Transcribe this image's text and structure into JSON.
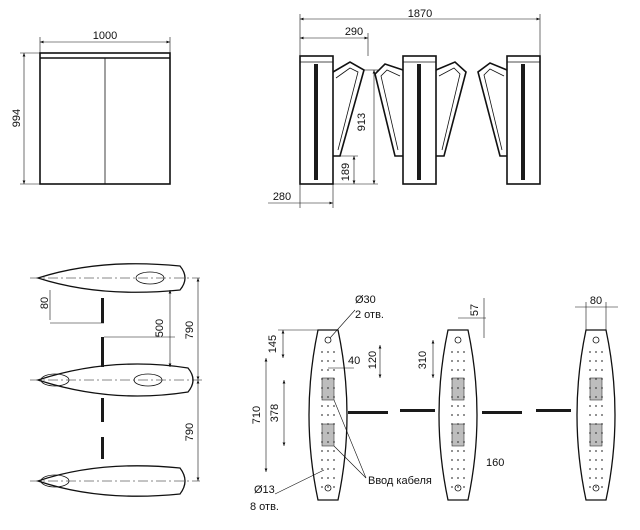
{
  "colors": {
    "line": "#111111",
    "fill": "#ffffff",
    "dark": "#1a1a1a",
    "gray": "#bdbdbd"
  },
  "views": {
    "front": {
      "width_label": "1000",
      "height_label": "994"
    },
    "side": {
      "total_label": "1870",
      "post_label": "290",
      "height_label": "913",
      "lower_label": "189",
      "base_label": "280"
    },
    "top_view": {
      "offset_label": "80",
      "spacing_label": "500",
      "pitch_upper_label": "790",
      "pitch_lower_label": "790"
    },
    "base_plans": {
      "hole_big_label": "Ø30",
      "hole_big_count": "2 отв.",
      "top_offset_label": "145",
      "inner_width_label": "40",
      "inner_height_label": "120",
      "total_height_label": "710",
      "mid_height_label": "378",
      "hole_small_label": "Ø13",
      "hole_small_count": "8 отв.",
      "cable_label": "Ввод кабеля",
      "mid_top_label": "57",
      "mid_side_label": "310",
      "mid_bottom_label": "160",
      "right_width_label": "80"
    }
  }
}
